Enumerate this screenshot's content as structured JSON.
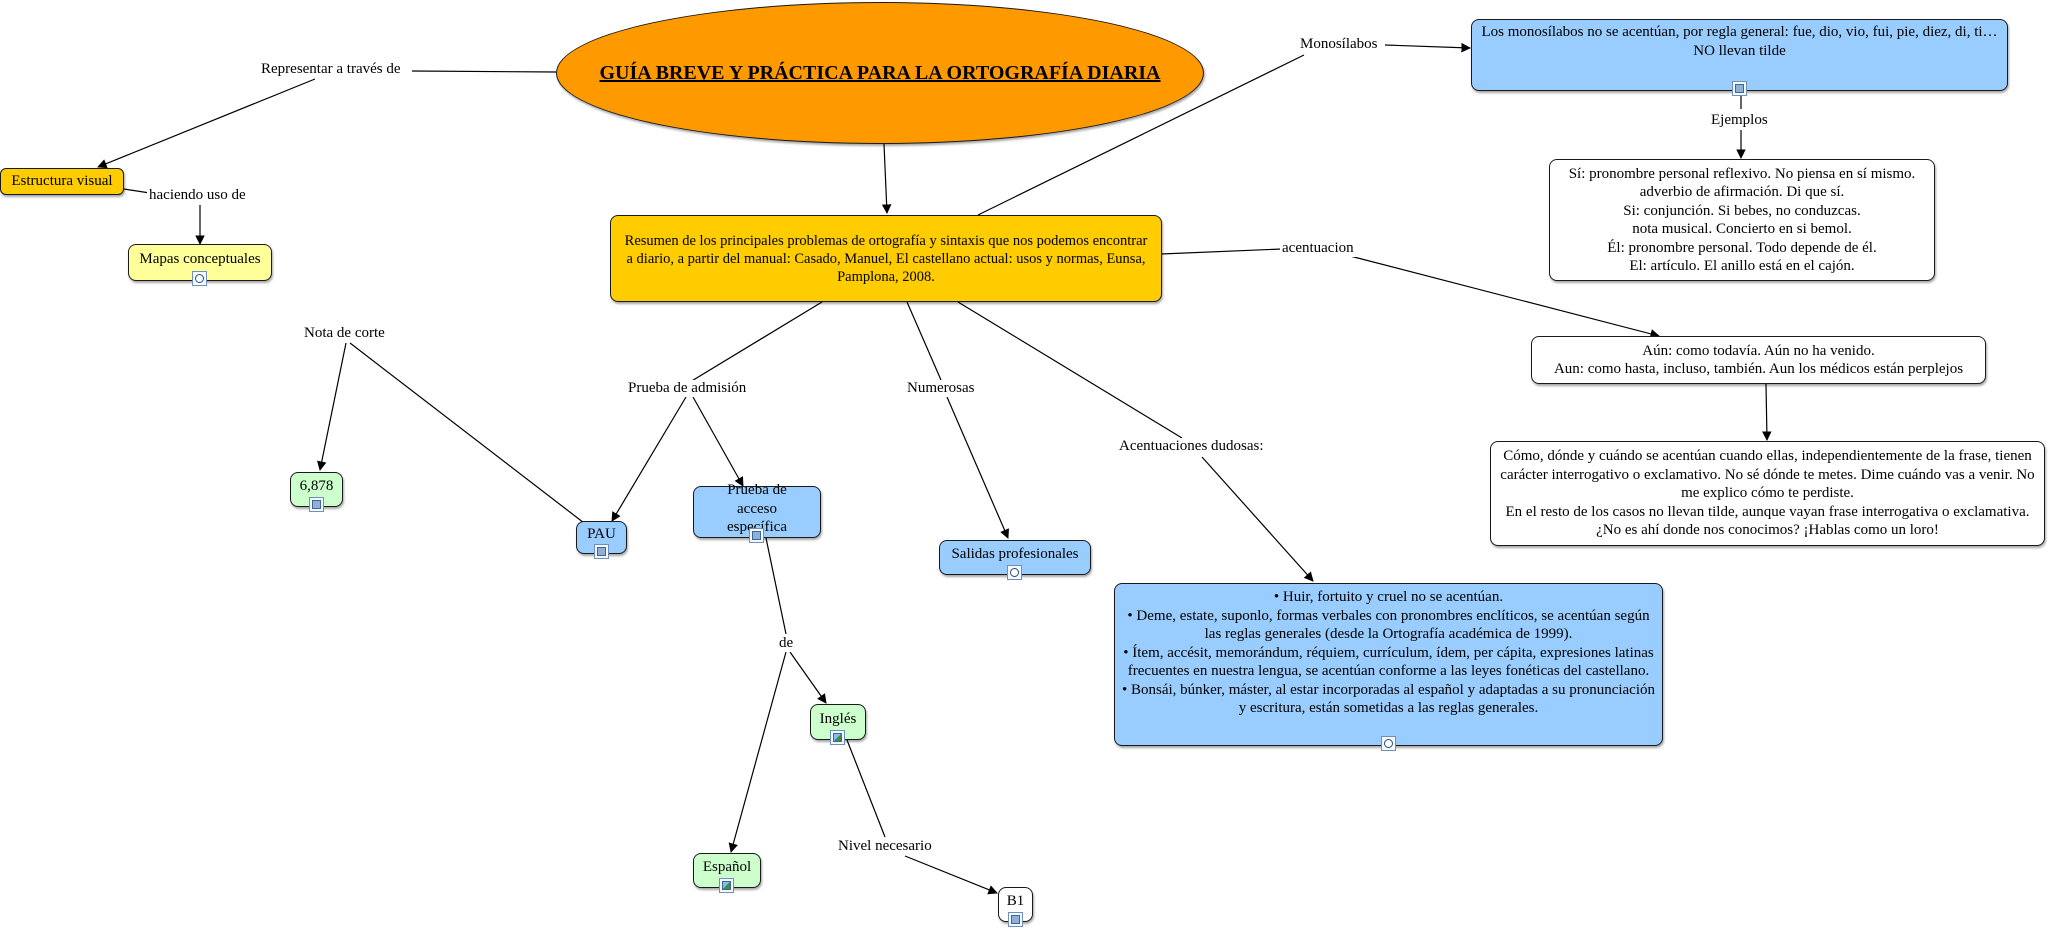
{
  "nodes": {
    "title": "GUÍA BREVE Y PRÁCTICA PARA LA ORTOGRAFÍA DIARIA",
    "summary": "Resumen de los principales problemas de ortografía y sintaxis que nos podemos encontrar a diario, a partir del manual: Casado, Manuel, El castellano actual: usos y normas, Eunsa, Pamplona, 2008.",
    "estructura": "Estructura visual",
    "mapas": "Mapas conceptuales",
    "monosilabos_text": "Los monosílabos no se acentúan, por regla general: fue, dio, vio, fui, pie, diez, di, ti… NO llevan tilde",
    "ejemplos_text": "Sí: pronombre personal reflexivo. No piensa en sí mismo.\nadverbio de afirmación. Di que sí.\nSi: conjunción. Si bebes, no conduzcas.\nnota musical. Concierto en si bemol.\nÉl: pronombre personal. Todo depende de él.\nEl: artículo. El anillo está en el cajón.",
    "aun_text": "Aún: como todavía. Aún no ha venido.\nAun: como hasta, incluso, también. Aun los médicos están perplejos",
    "como_text": "Cómo, dónde y cuándo se acentúan cuando ellas, independientemente de la frase, tienen carácter interrogativo o exclamativo. No sé dónde te metes. Dime cuándo vas a venir. No me explico cómo te perdiste.\nEn el resto de los casos no llevan tilde, aunque vayan frase interrogativa o exclamativa. ¿No es ahí donde nos conocimos? ¡Hablas como un loro!",
    "dudosas_text": "• Huir, fortuito y cruel no se acentúan.\n• Deme, estate, suponlo, formas verbales con pronombres enclíticos, se acentúan según las reglas generales (desde la Ortografía académica de 1999).\n• Ítem, accésit, memorándum, réquiem, currículum, ídem, per cápita, expresiones latinas frecuentes en nuestra lengua, se acentúan conforme a las leyes fonéticas del castellano.\n• Bonsái, búnker, máster, al estar incorporadas al español y adaptadas a su pronunciación y escritura, están sometidas a las reglas generales.",
    "nota_value": "6,878",
    "pau": "PAU",
    "prueba_especifica": "Prueba de acceso específica",
    "salidas": "Salidas profesionales",
    "ingles": "Inglés",
    "espanol": "Español",
    "b1": "B1"
  },
  "links": {
    "representar": "Representar a través de",
    "haciendo_uso": "haciendo uso de",
    "monosilabos": "Monosílabos",
    "ejemplos": "Ejemplos",
    "acentuacion": "acentuacion",
    "nota_de_corte": "Nota de corte",
    "prueba_admision": "Prueba de admisión",
    "numerosas": "Numerosas",
    "acentuaciones_dudosas": "Acentuaciones dudosas:",
    "de": "de",
    "nivel_necesario": "Nivel necesario"
  },
  "icons": {
    "mapas": "concept-map-icon",
    "monosilabos": "document-icon",
    "dudosas": "concept-map-icon",
    "nota": "document-icon",
    "pau": "document-icon",
    "prueba": "document-icon",
    "salidas": "concept-map-icon",
    "ingles": "image-icon",
    "espanol": "image-icon",
    "b1": "document-icon"
  },
  "colors": {
    "title_fill": "#ff9900",
    "main_fill": "#ffcc00",
    "blue_fill": "#99ccff",
    "green_fill": "#ccffcc",
    "yellow_fill": "#ffff99",
    "white_fill": "#ffffff"
  }
}
